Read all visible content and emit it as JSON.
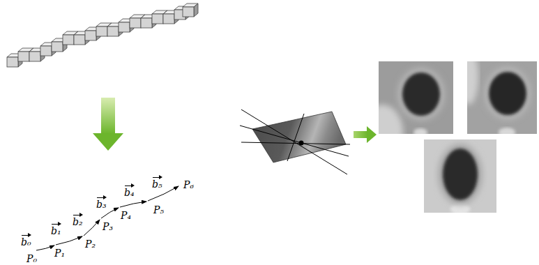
{
  "diagram": {
    "labels": [
      "P₀",
      "P₁",
      "P₂",
      "P₃",
      "P₄",
      "P₅",
      "P₆",
      "b₀",
      "b₁",
      "b₂",
      "b₃",
      "b₄",
      "b₅"
    ]
  }
}
